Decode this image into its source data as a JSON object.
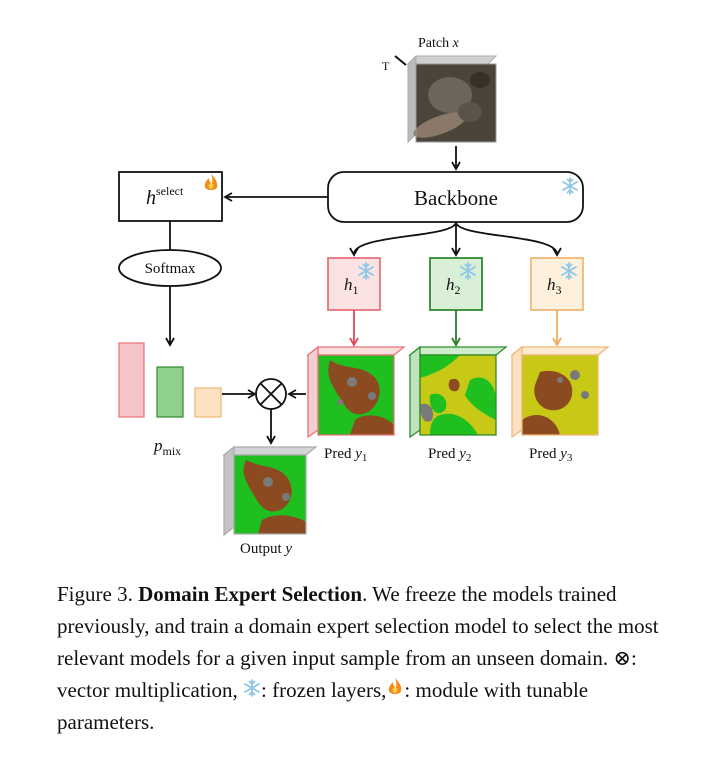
{
  "diagram": {
    "patch_label": "Patch ",
    "patch_var": "x",
    "transpose_mark": "T",
    "backbone_label": "Backbone",
    "hselect_base": "h",
    "hselect_sup": "select",
    "softmax_label": "Softmax",
    "pmix_base": "p",
    "pmix_sub": "mix",
    "heads": [
      {
        "base": "h",
        "sub": "1",
        "color": "#e8737a",
        "fill": "#fbe3e3"
      },
      {
        "base": "h",
        "sub": "2",
        "color": "#2e8b2e",
        "fill": "#d9efd6"
      },
      {
        "base": "h",
        "sub": "3",
        "color": "#f2b776",
        "fill": "#fdf0dc"
      }
    ],
    "preds": [
      {
        "label": "Pred ",
        "var": "y",
        "sub": "1"
      },
      {
        "label": "Pred ",
        "var": "y",
        "sub": "2"
      },
      {
        "label": "Pred ",
        "var": "y",
        "sub": "3"
      }
    ],
    "output_label": "Output ",
    "output_var": "y",
    "mix_bars": [
      {
        "color": "#f6c3c6",
        "border": "#e8737a"
      },
      {
        "color": "#8fd08c",
        "border": "#2e8b2e"
      },
      {
        "color": "#fde1c2",
        "border": "#f2b776"
      }
    ],
    "icons": {
      "frozen": "snowflake-icon",
      "tunable": "fire-icon",
      "multiply": "otimes-icon"
    }
  },
  "caption": {
    "prefix": "Figure 3. ",
    "title": "Domain Expert Selection",
    "text1": ". We freeze the models trained previously, and train a domain expert selection model to select the most relevant models for a given input sample from an unseen domain. ",
    "otimes": "⊗",
    "text2": ":  vector multiplication, ",
    "text3": ": frozen layers,",
    "text4": ": module with tunable parameters."
  }
}
